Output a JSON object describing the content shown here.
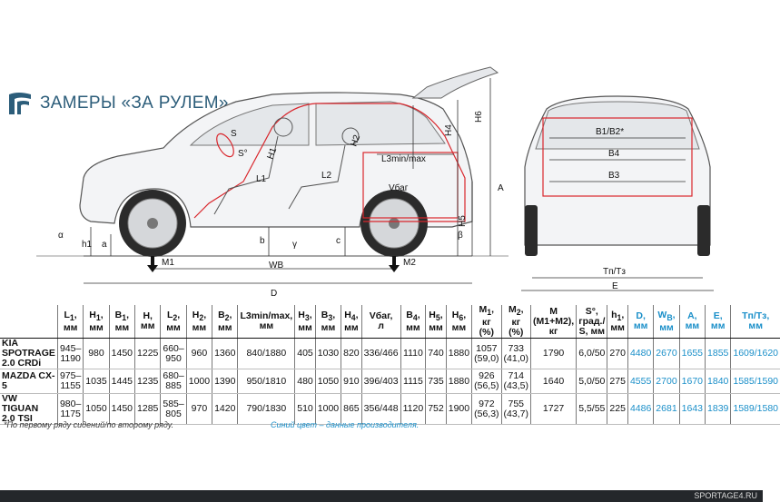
{
  "header": {
    "title": "ЗАМЕРЫ «ЗА РУЛЕМ»"
  },
  "diagram": {
    "labels": {
      "M1": "M1",
      "M2": "M2",
      "WB": "WB",
      "D": "D",
      "L3": "L3min/max",
      "Vbag": "Vбаг",
      "H6": "H6",
      "H4": "H4",
      "A": "A",
      "H5": "H5",
      "H1": "H1",
      "H2": "H2",
      "L1": "L1",
      "L2": "L2",
      "S": "S",
      "So": "S°",
      "alpha": "α",
      "beta": "β",
      "gamma": "γ",
      "h1": "h1",
      "a": "a",
      "b": "b",
      "c": "c",
      "B1B2": "B1/B2*",
      "B4": "B4",
      "B3": "B3",
      "TpTz": "Tп/Tз",
      "E": "E"
    }
  },
  "table": {
    "headers": [
      {
        "l1": "L",
        "sub": "1",
        "l2": "мм"
      },
      {
        "l1": "H",
        "sub": "1",
        "l2": "мм"
      },
      {
        "l1": "B",
        "sub": "1",
        "l2": "мм"
      },
      {
        "l1": "H,",
        "sub": "",
        "l2": "мм"
      },
      {
        "l1": "L",
        "sub": "2",
        "l2": "мм"
      },
      {
        "l1": "H",
        "sub": "2",
        "l2": "мм"
      },
      {
        "l1": "B",
        "sub": "2",
        "l2": "мм"
      },
      {
        "l1": "L3min/max,",
        "sub": "",
        "l2": "мм"
      },
      {
        "l1": "H",
        "sub": "3",
        "l2": "мм"
      },
      {
        "l1": "B",
        "sub": "3",
        "l2": "мм"
      },
      {
        "l1": "H",
        "sub": "4",
        "l2": "мм"
      },
      {
        "l1": "Vбаг,",
        "sub": "",
        "l2": "л"
      },
      {
        "l1": "B",
        "sub": "4",
        "l2": "мм"
      },
      {
        "l1": "H",
        "sub": "5",
        "l2": "мм"
      },
      {
        "l1": "H",
        "sub": "6",
        "l2": "мм"
      },
      {
        "l1": "M",
        "sub": "1",
        "l2": "кг (%)"
      },
      {
        "l1": "M",
        "sub": "2",
        "l2": "кг (%)"
      },
      {
        "l1": "M",
        "sub": "",
        "l2": "(M1+M2), кг"
      },
      {
        "l1": "S°,",
        "sub": "",
        "l2": "град./ S, мм"
      },
      {
        "l1": "h",
        "sub": "1",
        "l2": "мм"
      },
      {
        "l1": "D,",
        "sub": "",
        "l2": "мм",
        "blue": true
      },
      {
        "l1": "W",
        "sub": "B",
        "l2": "мм",
        "blue": true
      },
      {
        "l1": "A,",
        "sub": "",
        "l2": "мм",
        "blue": true
      },
      {
        "l1": "E,",
        "sub": "",
        "l2": "мм",
        "blue": true
      },
      {
        "l1": "Tп/Tз,",
        "sub": "",
        "l2": "мм",
        "blue": true
      }
    ],
    "rows": [
      {
        "name": [
          "KIA",
          "SPOTRAGE",
          "2.0 CRDi"
        ],
        "values": [
          "945–1190",
          "980",
          "1450",
          "1225",
          "660–950",
          "960",
          "1360",
          "840/1880",
          "405",
          "1030",
          "820",
          "336/466",
          "1110",
          "740",
          "1880",
          "1057 (59,0)",
          "733 (41,0)",
          "1790",
          "6,0/50",
          "270",
          "4480",
          "2670",
          "1655",
          "1855",
          "1609/1620"
        ]
      },
      {
        "name": [
          "MAZDA CX-5"
        ],
        "values": [
          "975–1155",
          "1035",
          "1445",
          "1235",
          "680–885",
          "1000",
          "1390",
          "950/1810",
          "480",
          "1050",
          "910",
          "396/403",
          "1115",
          "735",
          "1880",
          "926 (56,5)",
          "714 (43,5)",
          "1640",
          "5,0/50",
          "275",
          "4555",
          "2700",
          "1670",
          "1840",
          "1585/1590"
        ]
      },
      {
        "name": [
          "VW TIGUAN",
          "2.0 TSI"
        ],
        "values": [
          "980–1175",
          "1050",
          "1450",
          "1285",
          "585–805",
          "970",
          "1420",
          "790/1830",
          "510",
          "1000",
          "865",
          "356/448",
          "1120",
          "752",
          "1900",
          "972 (56,3)",
          "755 (43,7)",
          "1727",
          "5,5/55",
          "225",
          "4486",
          "2681",
          "1643",
          "1839",
          "1589/1580"
        ]
      }
    ]
  },
  "footnotes": {
    "left": "*По первому ряду сидений/по второму ряду.",
    "right": "Синий цвет – данные производителя."
  },
  "watermark": "SPORTAGE4.RU"
}
